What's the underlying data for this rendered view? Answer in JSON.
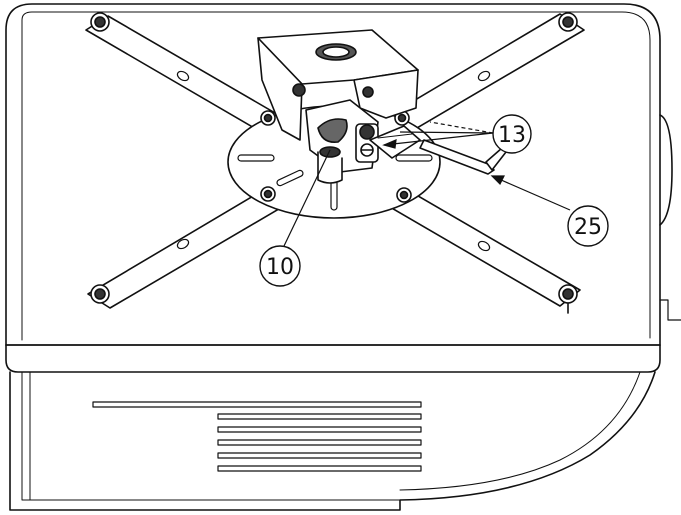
{
  "diagram": {
    "callouts": [
      {
        "id": "c13",
        "label": "13"
      },
      {
        "id": "c25",
        "label": "25"
      },
      {
        "id": "c10",
        "label": "10"
      }
    ]
  },
  "colors": {
    "line": "#111111",
    "fill": "#ffffff",
    "shade": "#444444"
  }
}
